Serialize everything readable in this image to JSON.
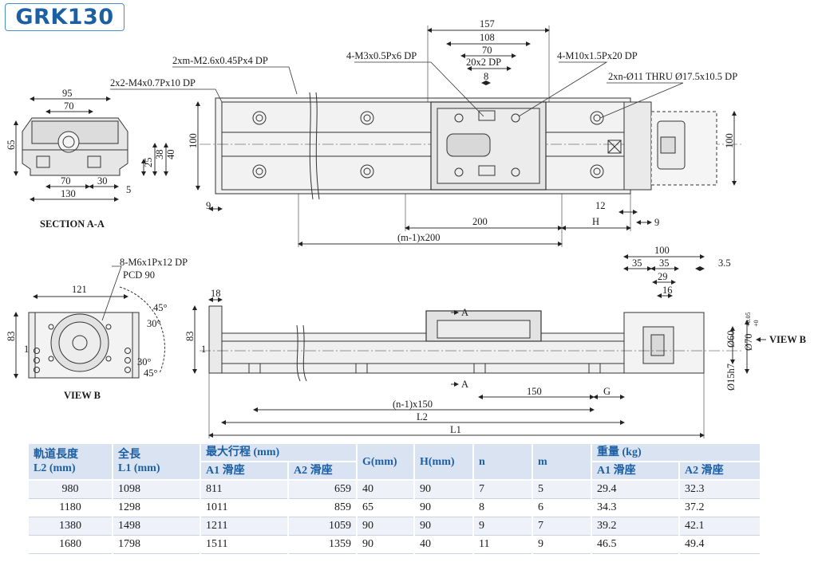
{
  "title": "GRK130",
  "top_view": {
    "hole_callouts": {
      "m26": "2xm-M2.6x0.45Px4 DP",
      "m4": "2x2-M4x0.7Px10 DP",
      "m3": "4-M3x0.5Px6 DP",
      "m10": "4-M10x1.5Px20 DP",
      "thru": "2xn-Ø11 THRU Ø17.5x10.5 DP"
    },
    "dims": {
      "d157": "157",
      "d108": "108",
      "d70": "70",
      "d20x2": "20x2 DP",
      "d8": "8",
      "d100_left": "100",
      "d100_right": "100",
      "d9_left": "9",
      "d9_right": "9",
      "d12": "12",
      "d200": "200",
      "dH": "H",
      "dm1": "(m-1)x200"
    }
  },
  "section_aa": {
    "caption": "SECTION A-A",
    "dims": {
      "d95": "95",
      "d70_top": "70",
      "d65": "65",
      "d38": "38",
      "d40": "40",
      "d25": "25",
      "d5": "5",
      "d70_bot": "70",
      "d30": "30",
      "d130": "130"
    }
  },
  "view_b": {
    "caption": "VIEW B",
    "callouts": {
      "m6": "8-M6x1Px12 DP",
      "pcd": "PCD 90"
    },
    "dims": {
      "d121": "121",
      "d83": "83",
      "d1": "1",
      "a45a": "45°",
      "a30a": "30°",
      "a30b": "30°",
      "a45b": "45°"
    }
  },
  "side_view": {
    "view_b_label": "VIEW B",
    "dims": {
      "d18": "18",
      "d83": "83",
      "d1": "1",
      "d100": "100",
      "d35a": "35",
      "d35b": "35",
      "d3_5": "3.5",
      "d29": "29",
      "d16": "16",
      "d60": "Ø60",
      "d70": "Ø70",
      "tol_hi": "+0.05",
      "tol_lo": "+0",
      "d15h7": "Ø15h7",
      "d150": "150",
      "dG": "G",
      "dn1": "(n-1)x150",
      "dL2": "L2",
      "dL1": "L1",
      "sec_a": "A"
    }
  },
  "table": {
    "headers": {
      "h1_line1": "軌道長度",
      "h1_line2": "L2 (mm)",
      "h2_line1": "全長",
      "h2_line2": "L1 (mm)",
      "h3": "最大行程 (mm)",
      "h3a": "A1 滑座",
      "h3b": "A2 滑座",
      "h4": "G(mm)",
      "h5": "H(mm)",
      "h6": "n",
      "h7": "m",
      "h8": "重量 (kg)",
      "h8a": "A1 滑座",
      "h8b": "A2 滑座"
    },
    "rows": [
      {
        "l2": "980",
        "l1": "1098",
        "s1": "811",
        "s2": "659",
        "g": "40",
        "h": "90",
        "n": "7",
        "m": "5",
        "w1": "29.4",
        "w2": "32.3"
      },
      {
        "l2": "1180",
        "l1": "1298",
        "s1": "1011",
        "s2": "859",
        "g": "65",
        "h": "90",
        "n": "8",
        "m": "6",
        "w1": "34.3",
        "w2": "37.2"
      },
      {
        "l2": "1380",
        "l1": "1498",
        "s1": "1211",
        "s2": "1059",
        "g": "90",
        "h": "90",
        "n": "9",
        "m": "7",
        "w1": "39.2",
        "w2": "42.1"
      },
      {
        "l2": "1680",
        "l1": "1798",
        "s1": "1511",
        "s2": "1359",
        "g": "90",
        "h": "40",
        "n": "11",
        "m": "9",
        "w1": "46.5",
        "w2": "49.4"
      }
    ]
  }
}
